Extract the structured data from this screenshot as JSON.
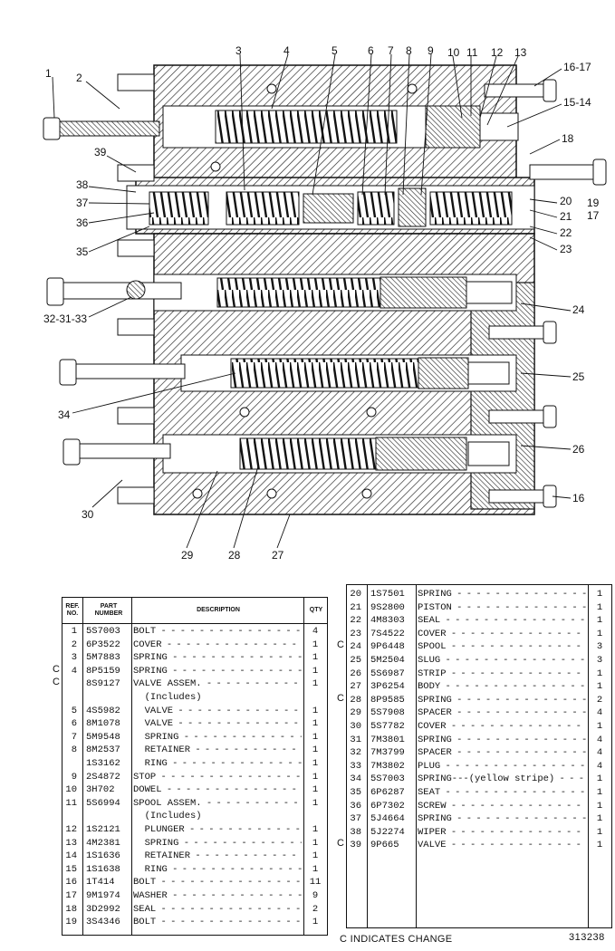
{
  "callouts": {
    "c1": "1",
    "c2": "2",
    "c3": "3",
    "c4": "4",
    "c5": "5",
    "c6": "6",
    "c7": "7",
    "c8": "8",
    "c9": "9",
    "c10": "10",
    "c11": "11",
    "c12": "12",
    "c13": "13",
    "c1617": "16-17",
    "c1514": "15-14",
    "c18": "18",
    "c39": "39",
    "c38": "38",
    "c37": "37",
    "c36": "36",
    "c35": "35",
    "c20": "20",
    "c21": "21",
    "c22": "22",
    "c23": "23",
    "c19": "19",
    "c17b": "17",
    "c323133": "32-31-33",
    "c24": "24",
    "c25": "25",
    "c34": "34",
    "c26": "26",
    "c30": "30",
    "c16b": "16",
    "c29": "29",
    "c28": "28",
    "c27": "27"
  },
  "table_left": {
    "headers": {
      "ref": "REF. NO.",
      "part": "PART NUMBER",
      "desc": "DESCRIPTION",
      "qty": "QTY"
    },
    "rows": [
      {
        "ref": "1",
        "part": "5S7003",
        "desc": "BOLT",
        "qty": "4"
      },
      {
        "ref": "2",
        "part": "6P3522",
        "desc": "COVER",
        "qty": "1"
      },
      {
        "ref": "3",
        "part": "5M7883",
        "desc": "SPRING",
        "qty": "1"
      },
      {
        "ref": "4",
        "part": "8P5159",
        "desc": "SPRING",
        "qty": "1",
        "mark": "C"
      },
      {
        "ref": "",
        "part": "8S9127",
        "desc": "VALVE ASSEM.",
        "qty": "1",
        "mark": "C"
      },
      {
        "ref": "",
        "part": "",
        "desc": "  (Includes)",
        "qty": ""
      },
      {
        "ref": "5",
        "part": "4S5982",
        "desc": "  VALVE",
        "qty": "1"
      },
      {
        "ref": "6",
        "part": "8M1078",
        "desc": "  VALVE",
        "qty": "1"
      },
      {
        "ref": "7",
        "part": "5M9548",
        "desc": "  SPRING",
        "qty": "1"
      },
      {
        "ref": "8",
        "part": "8M2537",
        "desc": "  RETAINER",
        "qty": "1"
      },
      {
        "ref": "",
        "part": "1S3162",
        "desc": "  RING",
        "qty": "1"
      },
      {
        "ref": "9",
        "part": "2S4872",
        "desc": "STOP",
        "qty": "1"
      },
      {
        "ref": "10",
        "part": "3H702",
        "desc": "DOWEL",
        "qty": "1"
      },
      {
        "ref": "11",
        "part": "5S6994",
        "desc": "SPOOL ASSEM.",
        "qty": "1"
      },
      {
        "ref": "",
        "part": "",
        "desc": "  (Includes)",
        "qty": ""
      },
      {
        "ref": "12",
        "part": "1S2121",
        "desc": "  PLUNGER",
        "qty": "1"
      },
      {
        "ref": "13",
        "part": "4M2381",
        "desc": "  SPRING",
        "qty": "1"
      },
      {
        "ref": "14",
        "part": "1S1636",
        "desc": "  RETAINER",
        "qty": "1"
      },
      {
        "ref": "15",
        "part": "1S1638",
        "desc": "  RING",
        "qty": "1"
      },
      {
        "ref": "16",
        "part": "1T414",
        "desc": "BOLT",
        "qty": "11"
      },
      {
        "ref": "17",
        "part": "9M1974",
        "desc": "WASHER",
        "qty": "9"
      },
      {
        "ref": "18",
        "part": "3D2992",
        "desc": "SEAL",
        "qty": "2"
      },
      {
        "ref": "19",
        "part": "3S4346",
        "desc": "BOLT",
        "qty": "1"
      }
    ]
  },
  "table_right": {
    "rows": [
      {
        "ref": "20",
        "part": "1S7501",
        "desc": "SPRING",
        "qty": "1"
      },
      {
        "ref": "21",
        "part": "9S2800",
        "desc": "PISTON",
        "qty": "1"
      },
      {
        "ref": "22",
        "part": "4M8303",
        "desc": "SEAL",
        "qty": "1"
      },
      {
        "ref": "23",
        "part": "7S4522",
        "desc": "COVER",
        "qty": "1"
      },
      {
        "ref": "24",
        "part": "9P6448",
        "desc": "SPOOL",
        "qty": "3",
        "mark": "C"
      },
      {
        "ref": "25",
        "part": "5M2504",
        "desc": "SLUG",
        "qty": "3"
      },
      {
        "ref": "26",
        "part": "5S6987",
        "desc": "STRIP",
        "qty": "1"
      },
      {
        "ref": "27",
        "part": "3P6254",
        "desc": "BODY",
        "qty": "1"
      },
      {
        "ref": "28",
        "part": "8P9585",
        "desc": "SPRING",
        "qty": "2",
        "mark": "C"
      },
      {
        "ref": "29",
        "part": "5S7908",
        "desc": "SPACER",
        "qty": "4"
      },
      {
        "ref": "30",
        "part": "5S7782",
        "desc": "COVER",
        "qty": "1"
      },
      {
        "ref": "31",
        "part": "7M3801",
        "desc": "SPRING",
        "qty": "4"
      },
      {
        "ref": "32",
        "part": "7M3799",
        "desc": "SPACER",
        "qty": "4"
      },
      {
        "ref": "33",
        "part": "7M3802",
        "desc": "PLUG",
        "qty": "4"
      },
      {
        "ref": "34",
        "part": "5S7003",
        "desc": "SPRING---(yellow stripe)",
        "qty": "1"
      },
      {
        "ref": "35",
        "part": "6P6287",
        "desc": "SEAT",
        "qty": "1"
      },
      {
        "ref": "36",
        "part": "6P7302",
        "desc": "SCREW",
        "qty": "1"
      },
      {
        "ref": "37",
        "part": "5J4664",
        "desc": "SPRING",
        "qty": "1"
      },
      {
        "ref": "38",
        "part": "5J2274",
        "desc": "WIPER",
        "qty": "1"
      },
      {
        "ref": "39",
        "part": "9P665",
        "desc": "VALVE",
        "qty": "1",
        "mark": "C"
      }
    ]
  },
  "footer": {
    "change_note": "C INDICATES CHANGE",
    "doc_number": "313238"
  }
}
